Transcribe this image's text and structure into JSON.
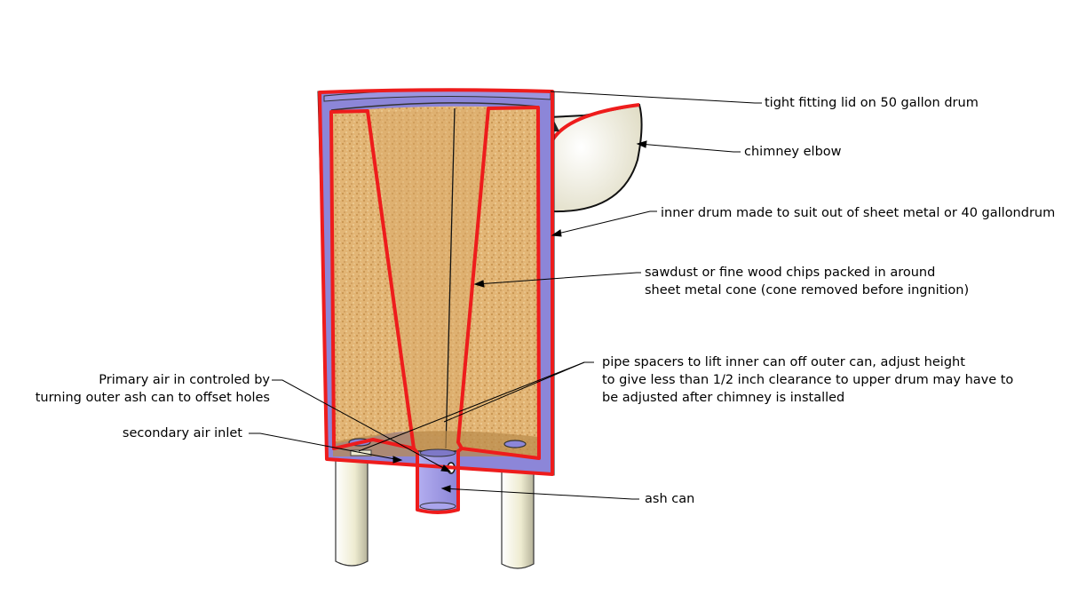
{
  "labels": {
    "lid": "tight fitting lid on 50 gallon drum",
    "chimney_elbow": "chimney elbow",
    "inner_drum": "inner drum made to suit out of sheet metal or 40 gallondrum",
    "sawdust": [
      "sawdust or fine wood chips packed in around",
      "sheet metal cone (cone removed before ingnition)"
    ],
    "pipe_spacers": [
      "pipe spacers to lift inner can off outer can,  adjust height",
      "to give less than 1/2 inch clearance to upper drum may have to",
      "be adjusted after chimney is installed"
    ],
    "primary_air": [
      "Primary air in controled by",
      "turning outer ash can to offset holes"
    ],
    "secondary_air": "secondary air inlet",
    "ash_can": "ash can"
  },
  "colors": {
    "outline_red": "#ee1c1c",
    "drum_blue": "#8c86d8",
    "sawdust": "#e2b575",
    "elbow": "#f3f0dc",
    "legs": "#eeebd0"
  }
}
